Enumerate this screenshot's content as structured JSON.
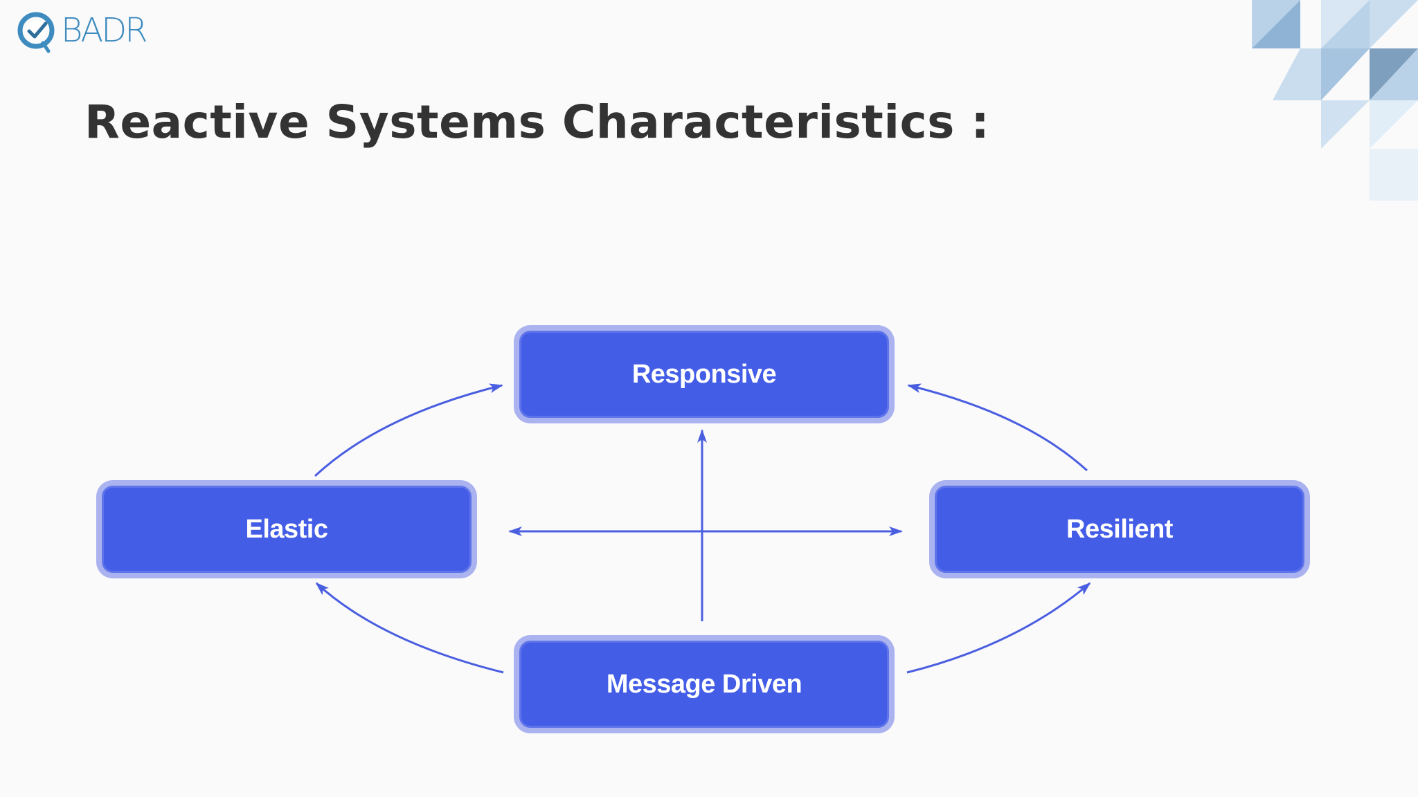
{
  "logo": {
    "text": "BADR",
    "icon": "badr-logo-icon",
    "color": "#3d8bbf"
  },
  "title": "Reactive Systems Characteristics :",
  "diagram": {
    "nodes": {
      "responsive": "Responsive",
      "elastic": "Elastic",
      "resilient": "Resilient",
      "message_driven": "Message Driven"
    },
    "edges": [
      {
        "from": "Elastic",
        "to": "Responsive"
      },
      {
        "from": "Resilient",
        "to": "Responsive"
      },
      {
        "from": "Message Driven",
        "to": "Elastic"
      },
      {
        "from": "Message Driven",
        "to": "Resilient"
      },
      {
        "from": "Message Driven",
        "to": "Responsive"
      },
      {
        "from": "center",
        "to": "Elastic"
      },
      {
        "from": "center",
        "to": "Resilient"
      }
    ],
    "colors": {
      "node_fill": "#435de7",
      "node_halo": "#aab3ef",
      "edge": "#4a5ee0"
    }
  },
  "decoration": {
    "icon": "corner-triangles-pattern",
    "colors": [
      "#8fb3d4",
      "#b9d2e8",
      "#d8e7f3"
    ]
  }
}
